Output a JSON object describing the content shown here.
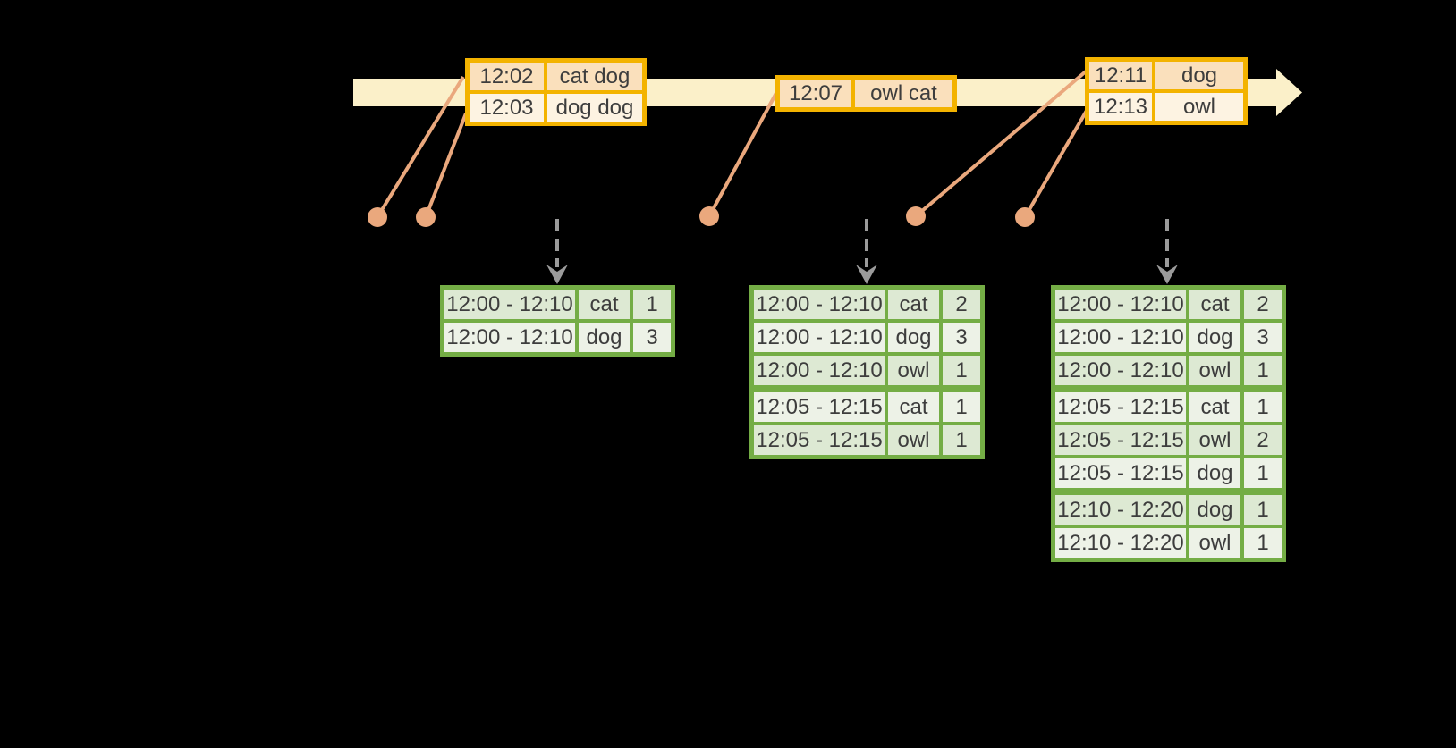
{
  "colors": {
    "background": "#000000",
    "timeline_band": "#fbf0c9",
    "event_border": "#f3b300",
    "event_row_dark": "#fae0bc",
    "event_row_light": "#fdf3e2",
    "connector": "#eaa87d",
    "result_border": "#74ad45",
    "result_row_dark": "#dde9d3",
    "result_row_light": "#edf2e7",
    "trigger_arrow": "#9b9b9b",
    "text": "#3d3d3d"
  },
  "event_tables": [
    {
      "rows": [
        {
          "time": "12:02",
          "words": "cat dog"
        },
        {
          "time": "12:03",
          "words": "dog dog"
        }
      ]
    },
    {
      "rows": [
        {
          "time": "12:07",
          "words": "owl cat"
        }
      ]
    },
    {
      "rows": [
        {
          "time": "12:11",
          "words": "dog"
        },
        {
          "time": "12:13",
          "words": "owl"
        }
      ]
    }
  ],
  "result_tables": [
    {
      "rows": [
        {
          "window": "12:00 - 12:10",
          "word": "cat",
          "count": 1
        },
        {
          "window": "12:00 - 12:10",
          "word": "dog",
          "count": 3
        }
      ]
    },
    {
      "rows": [
        {
          "window": "12:00 - 12:10",
          "word": "cat",
          "count": 2
        },
        {
          "window": "12:00 - 12:10",
          "word": "dog",
          "count": 3
        },
        {
          "window": "12:00 - 12:10",
          "word": "owl",
          "count": 1
        },
        {
          "window": "12:05 - 12:15",
          "word": "cat",
          "count": 1
        },
        {
          "window": "12:05 - 12:15",
          "word": "owl",
          "count": 1
        }
      ]
    },
    {
      "rows": [
        {
          "window": "12:00 - 12:10",
          "word": "cat",
          "count": 2
        },
        {
          "window": "12:00 - 12:10",
          "word": "dog",
          "count": 3
        },
        {
          "window": "12:00 - 12:10",
          "word": "owl",
          "count": 1
        },
        {
          "window": "12:05 - 12:15",
          "word": "cat",
          "count": 1
        },
        {
          "window": "12:05 - 12:15",
          "word": "owl",
          "count": 2
        },
        {
          "window": "12:05 - 12:15",
          "word": "dog",
          "count": 1
        },
        {
          "window": "12:10 - 12:20",
          "word": "dog",
          "count": 1
        },
        {
          "window": "12:10 - 12:20",
          "word": "owl",
          "count": 1
        }
      ]
    }
  ]
}
